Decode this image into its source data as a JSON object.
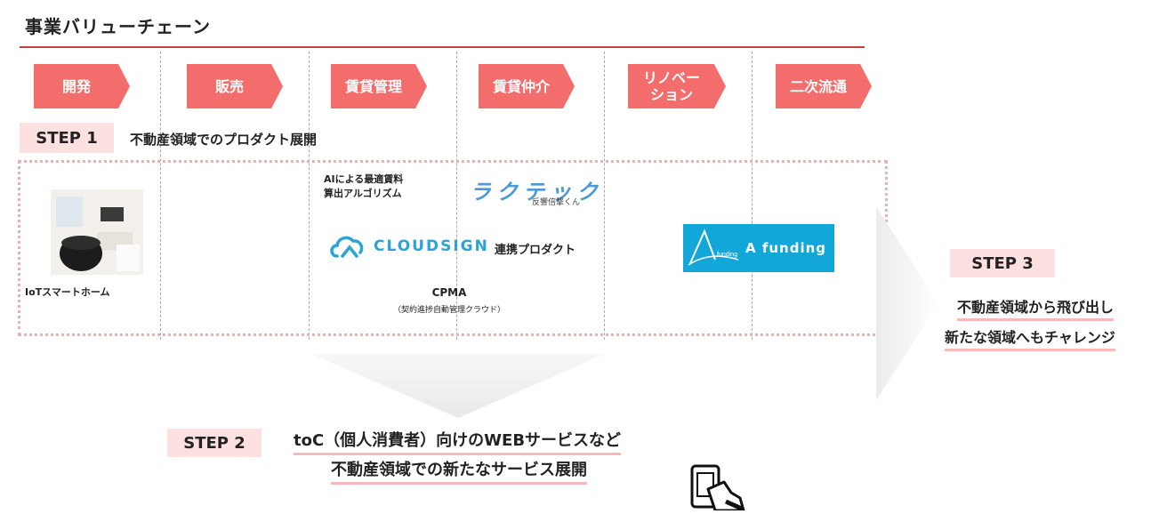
{
  "title": "事業バリューチェーン",
  "stages": [
    {
      "label": "開発"
    },
    {
      "label": "販売"
    },
    {
      "label": "賃貸管理"
    },
    {
      "label": "賃貸仲介"
    },
    {
      "label": "リノベー\nション"
    },
    {
      "label": "二次流通"
    }
  ],
  "step1": {
    "label": "STEP 1",
    "description": "不動産領域でのプロダクト展開"
  },
  "products": {
    "iot": "IoTスマートホーム",
    "ai_line1": "AIによる最適賃料",
    "ai_line2": "算出アルゴリズム",
    "rakutech": "ラクテック",
    "rakutech_sub": "反響倍撃くん",
    "cloudsign": "CLOUDSIGN",
    "cloudsign_note": "連携プロダクト",
    "cpma": "CPMA",
    "cpma_sub": "（契約進捗自動管理クラウド）",
    "afunding": "A funding",
    "afunding_logo_text": "funding"
  },
  "step2": {
    "label": "STEP 2",
    "line1": "toC（個人消費者）向けのWEBサービスなど",
    "line2": "不動産領域での新たなサービス展開"
  },
  "step3": {
    "label": "STEP 3",
    "line1": "不動産領域から飛び出し",
    "line2": "新たな領域へもチャレンジ"
  },
  "colors": {
    "accent": "#f46d6d",
    "highlight": "#fde0e0",
    "title_line": "#c8403a",
    "cloudsign": "#2aa3d6",
    "afunding": "#12a7d8"
  },
  "icons": [
    "cloud-icon",
    "afunding-logo-icon",
    "phone-hand-icon",
    "iot-device-icon"
  ]
}
